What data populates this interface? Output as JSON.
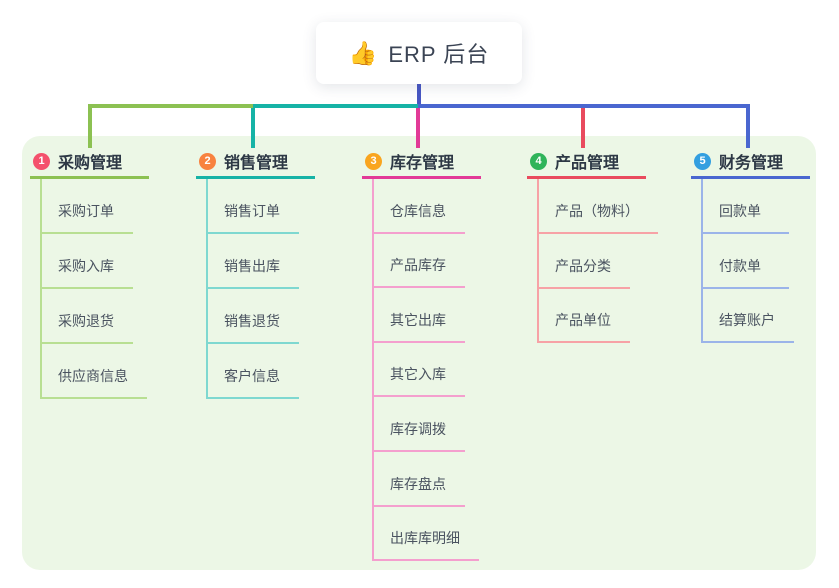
{
  "theme": {
    "canvas_bg": "#ffffff",
    "panel_bg": "#ecf7e6",
    "root_line_color": "#4857c4",
    "root_card_bg": "#ffffff",
    "root_text_color": "#3b4454"
  },
  "root": {
    "icon": "thumbs-up",
    "icon_glyph": "👍",
    "label": "ERP 后台"
  },
  "branches": [
    {
      "index": "1",
      "label": "采购管理",
      "badge_color": "#f4516c",
      "line_color": "#8cc152",
      "child_line_color": "#b8df92",
      "children": [
        "采购订单",
        "采购入库",
        "采购退货",
        "供应商信息"
      ]
    },
    {
      "index": "2",
      "label": "销售管理",
      "badge_color": "#f8823f",
      "line_color": "#16b3a6",
      "child_line_color": "#7ed8d0",
      "children": [
        "销售订单",
        "销售出库",
        "销售退货",
        "客户信息"
      ]
    },
    {
      "index": "3",
      "label": "库存管理",
      "badge_color": "#f9a51f",
      "line_color": "#e23a97",
      "child_line_color": "#f49fce",
      "children": [
        "仓库信息",
        "产品库存",
        "其它出库",
        "其它入库",
        "库存调拨",
        "库存盘点",
        "出库库明细"
      ]
    },
    {
      "index": "4",
      "label": "产品管理",
      "badge_color": "#2fb45a",
      "line_color": "#e94b5e",
      "child_line_color": "#f7a2a6",
      "children": [
        "产品（物料）",
        "产品分类",
        "产品单位"
      ]
    },
    {
      "index": "5",
      "label": "财务管理",
      "badge_color": "#339fe0",
      "line_color": "#4a67d0",
      "child_line_color": "#9bb4e9",
      "children": [
        "回款单",
        "付款单",
        "结算账户"
      ]
    }
  ]
}
